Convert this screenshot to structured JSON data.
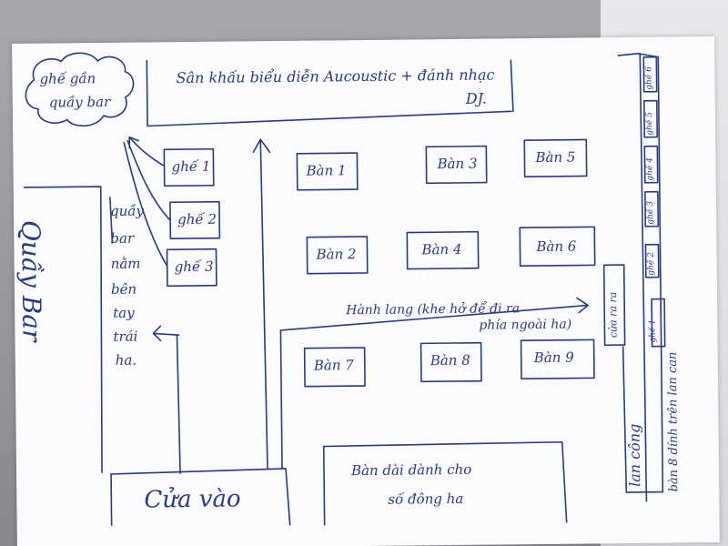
{
  "labels": {
    "cloud": [
      "ghế gần",
      "quầy bar"
    ],
    "stage": [
      "Sân khấu biểu diễn Aucoustic + đánh nhạc",
      "DJ."
    ],
    "bar_area": "Quầy Bar",
    "bar_note": [
      "quầy",
      "bar",
      "nằm",
      "bên",
      "tay",
      "trái",
      "ha."
    ],
    "chairs_left": [
      "ghế 1",
      "ghế 2",
      "ghế 3"
    ],
    "tables": [
      "Bàn 1",
      "Bàn 3",
      "Bàn 5",
      "Bàn 2",
      "Bàn 4",
      "Bàn 6",
      "Bàn 7",
      "Bàn 8",
      "Bàn 9"
    ],
    "hallway": [
      "Hành lang (khe hở để đi ra",
      "phía ngoài ha)"
    ],
    "side_door": "cửa ra ra",
    "balcony": "lan công",
    "balcony_chairs_label": "bàn 8 dính trên lan can",
    "balcony_chairs": [
      "ghế 1",
      "ghế 2",
      "ghế 3",
      "ghế 4",
      "ghế 5",
      "ghế 6"
    ],
    "entrance": "Cửa vào",
    "long_table": [
      "Bàn dài dành cho",
      "số đông ha"
    ]
  },
  "colors": {
    "ink": "#2b3a7e",
    "paper": "#fbfbfd"
  }
}
